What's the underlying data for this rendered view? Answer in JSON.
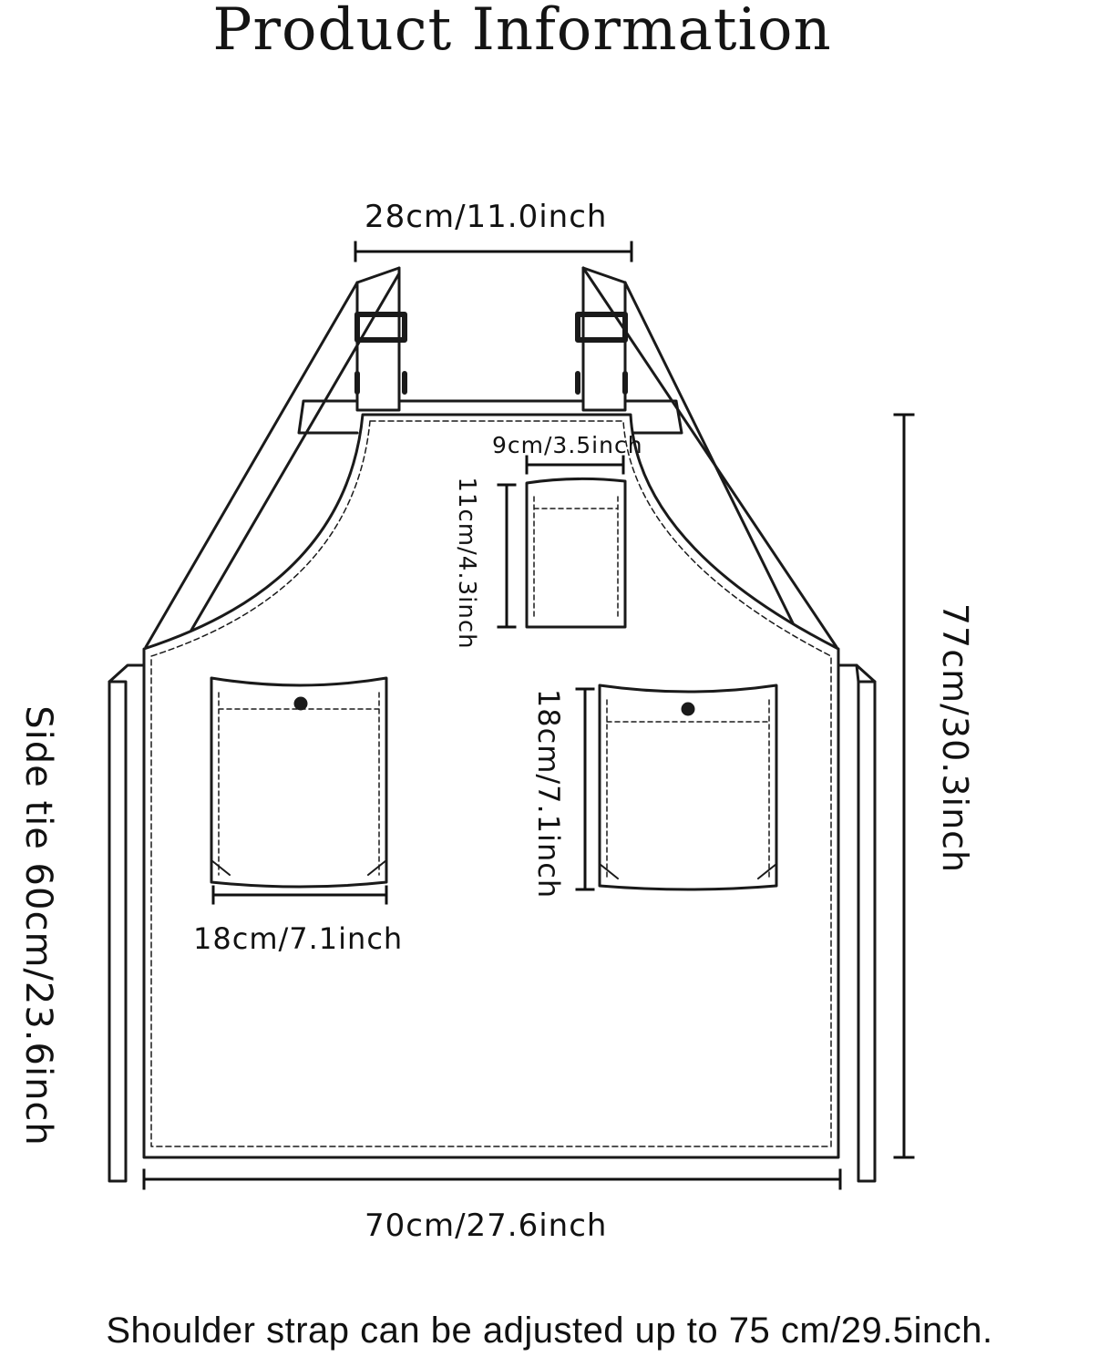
{
  "title": "Product Information",
  "dimensions": {
    "strap_width": "28cm/11.0inch",
    "small_pocket_width": "9cm/3.5inch",
    "small_pocket_height": "11cm/4.3inch",
    "large_pocket_width": "18cm/7.1inch",
    "large_pocket_height": "18cm/7.1inch",
    "apron_length": "77cm/30.3inch",
    "apron_width": "70cm/27.6inch",
    "side_tie": "Side tie 60cm/23.6inch"
  },
  "note": "Shoulder strap can be adjusted up to 75 cm/29.5inch."
}
